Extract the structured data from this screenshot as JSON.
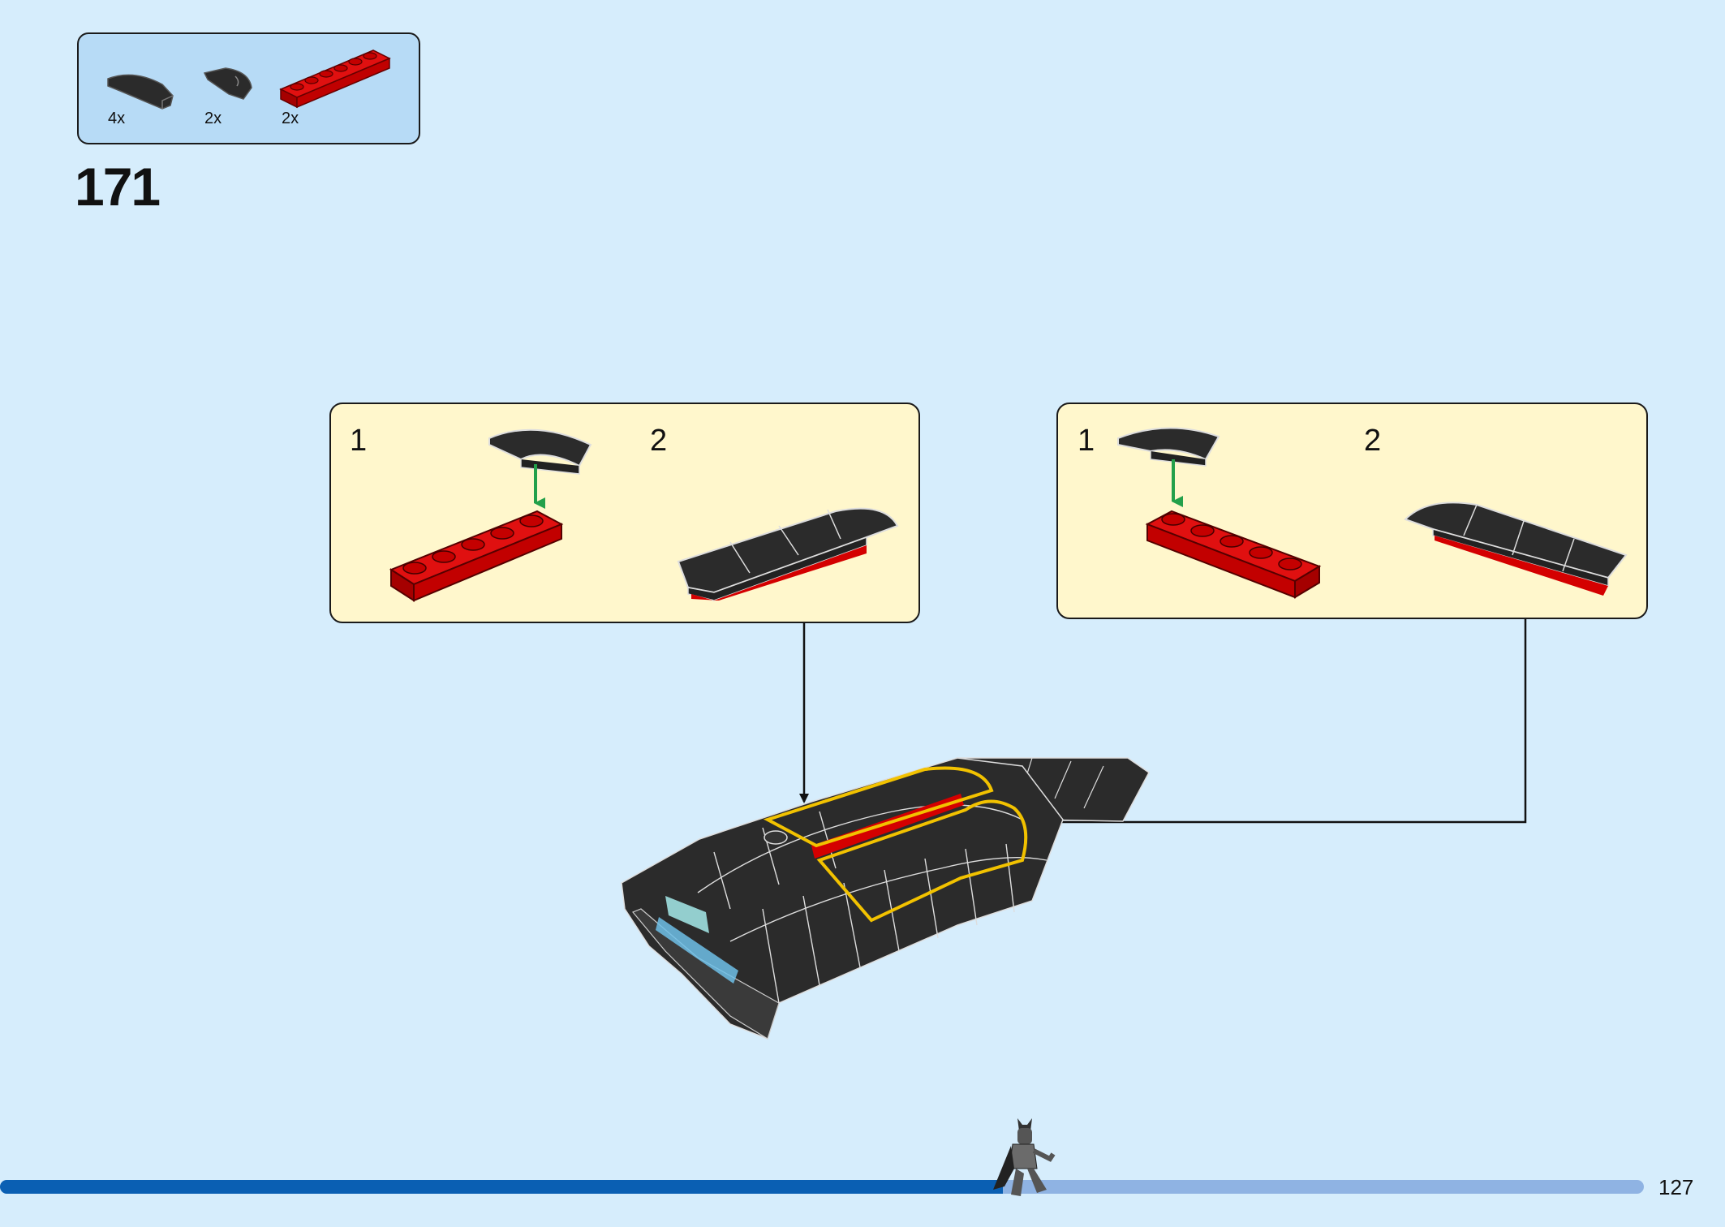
{
  "parts_list": {
    "items": [
      {
        "icon": "black-curved-slope-icon",
        "quantity": "4x"
      },
      {
        "icon": "black-curved-slope-inverted-icon",
        "quantity": "2x"
      },
      {
        "icon": "red-plate-1x6-icon",
        "quantity": "2x"
      }
    ]
  },
  "step": {
    "number": "171"
  },
  "subassembly_left": {
    "steps": [
      "1",
      "2"
    ]
  },
  "subassembly_right": {
    "steps": [
      "1",
      "2"
    ]
  },
  "page": {
    "number": "127",
    "progress": 0.61
  },
  "colors": {
    "background": "#d6edfc",
    "parts_box": "#b7dbf6",
    "subassembly_box": "#fff7cc",
    "brick_red": "#d40000",
    "brick_black": "#2b2b2b",
    "highlight_yellow": "#f2c200",
    "arrow_green": "#23a04a",
    "progress_fill": "#0a5fb3",
    "progress_track": "#8fb3e3"
  }
}
